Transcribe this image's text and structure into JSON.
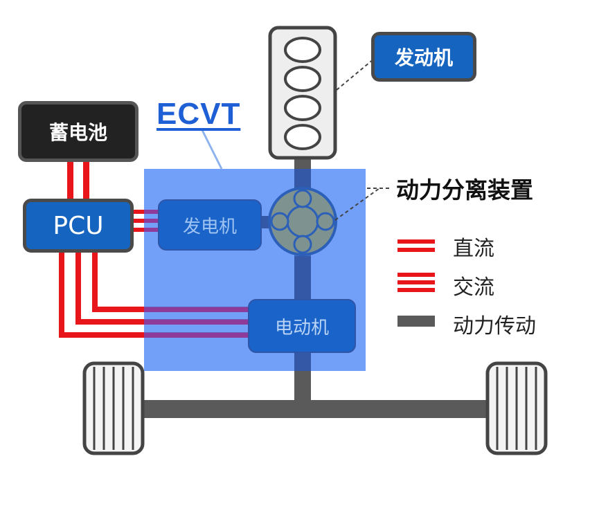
{
  "labels": {
    "engine": "发动机",
    "battery": "蓄电池",
    "pcu": "PCU",
    "ecvt": "ECVT",
    "generator": "发电机",
    "motor": "电动机",
    "power_split": "动力分离装置"
  },
  "legend": {
    "dc": "直流",
    "ac": "交流",
    "drive": "动力传动"
  },
  "colors": {
    "dc": "#e8161b",
    "ac": "#e8161b",
    "drive": "#5a5a5a",
    "ecvt_area": "#3b7cf5",
    "box": "#1565c0",
    "battery": "#222222"
  }
}
